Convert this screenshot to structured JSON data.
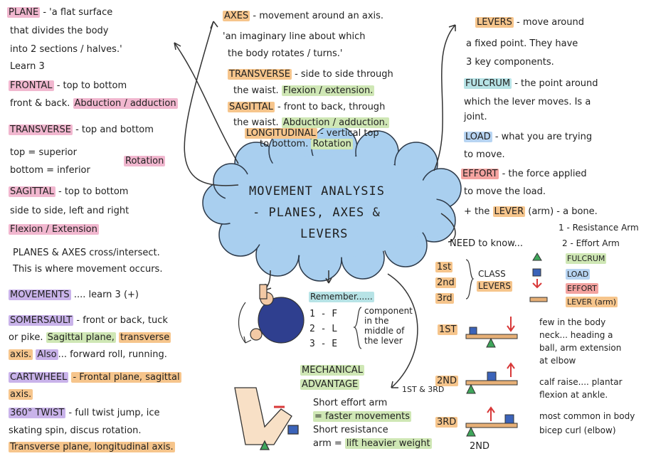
{
  "center": {
    "line1": "MOVEMENT ANALYSIS",
    "line2": "- PLANES, AXES &",
    "line3": "LEVERS"
  },
  "planes": {
    "title": "PLANE",
    "intro": "- 'a flat surface",
    "l2": "that divides the body",
    "l3": "into 2 sections / halves.'",
    "l4": "Learn 3",
    "frontal": "FRONTAL",
    "frontal_desc": "- top to bottom",
    "frontal_l2": "front & back.",
    "frontal_hl": "Abduction / adduction",
    "transverse": "TRANSVERSE",
    "transverse_desc": "- top and bottom",
    "top": "top = superior",
    "bottom": "bottom = inferior",
    "rotation": "Rotation",
    "sagittal": "SAGITTAL",
    "sagittal_desc": "- top to bottom",
    "sagittal_l2": "side to side, left and right",
    "sagittal_hl": "Flexion / Extension",
    "cross1": "PLANES & AXES cross/intersect.",
    "cross2": "This is where movement occurs."
  },
  "movements": {
    "title": "MOVEMENTS",
    "learn": ".... learn 3 (+)",
    "somersault": "SOMERSAULT",
    "som1": "- front or back, tuck",
    "som2": "or pike.",
    "som2b": "Sagittal plane,",
    "som2c": "transverse",
    "som3": "axis.",
    "som3b": "Also",
    "som3c": "... forward roll, running.",
    "cartwheel": "CARTWHEEL",
    "cart1": "- Frontal plane, sagittal",
    "cart2": "axis.",
    "twist": "360° TWIST",
    "twist1": "- full twist jump, ice",
    "twist2": "skating spin, discus rotation.",
    "twist3": "Transverse plane, longitudinal axis."
  },
  "axes": {
    "title": "AXES",
    "desc": "- movement around an axis.",
    "q1": "'an imaginary line about which",
    "q2": "the body rotates / turns.'",
    "transverse": "TRANSVERSE",
    "tdesc": "- side to side through",
    "t2": "the waist.",
    "t2b": "Flexion / extension.",
    "sagittal": "SAGITTAL",
    "sdesc": "- front to back, through",
    "s2": "the waist.",
    "s2b": "Abduction / adduction.",
    "longitudinal": "LONGITUDINAL",
    "ldesc": "- vertical top",
    "l2": "to bottom.",
    "l2b": "Rotation"
  },
  "levers": {
    "title": "LEVERS",
    "desc": "- move around",
    "d2": "a fixed point. They have",
    "d3": "3 key components.",
    "fulcrum": "FULCRUM",
    "f1": "- the point around",
    "f2": "which the lever moves. Is a",
    "f3": "joint.",
    "load": "LOAD",
    "load1": "- what you are trying",
    "load2": "to move.",
    "effort": "EFFORT",
    "e1": "- the force applied",
    "e2": "to move the load.",
    "plus": "+ the",
    "lever": "LEVER",
    "lever2": "(arm) - a bone.",
    "need": "NEED to know...",
    "n1": "1 - Resistance Arm",
    "n2": "2 - Effort Arm",
    "classes": [
      "1st",
      "2nd",
      "3rd"
    ],
    "class_label": "CLASS",
    "levers_label": "LEVERS",
    "key": [
      "FULCRUM",
      "LOAD",
      "EFFORT",
      "LEVER (arm)"
    ]
  },
  "remember": {
    "title": "Remember......",
    "rows": [
      "1 - F",
      "2 - L",
      "3 - E"
    ],
    "c1": "component",
    "c2": "in the",
    "c3": "middle of",
    "c4": "the lever"
  },
  "classes": {
    "first": "1ST",
    "first1": "few in the body",
    "first2": "neck... heading a",
    "first3": "ball, arm extension",
    "first4": "at elbow",
    "second": "2ND",
    "second1": "calf raise.... plantar",
    "second2": "flexion at ankle.",
    "third": "3RD",
    "third1": "most common in body",
    "third2": "bicep curl (elbow)",
    "nd": "2ND"
  },
  "mech": {
    "title1": "MECHANICAL",
    "title2": "ADVANTAGE",
    "m1": "Short effort arm",
    "m2": "= faster movements",
    "m3": "Short resistance",
    "m4": "arm =",
    "m4b": "lift heavier weight",
    "side": "1ST & 3RD"
  }
}
